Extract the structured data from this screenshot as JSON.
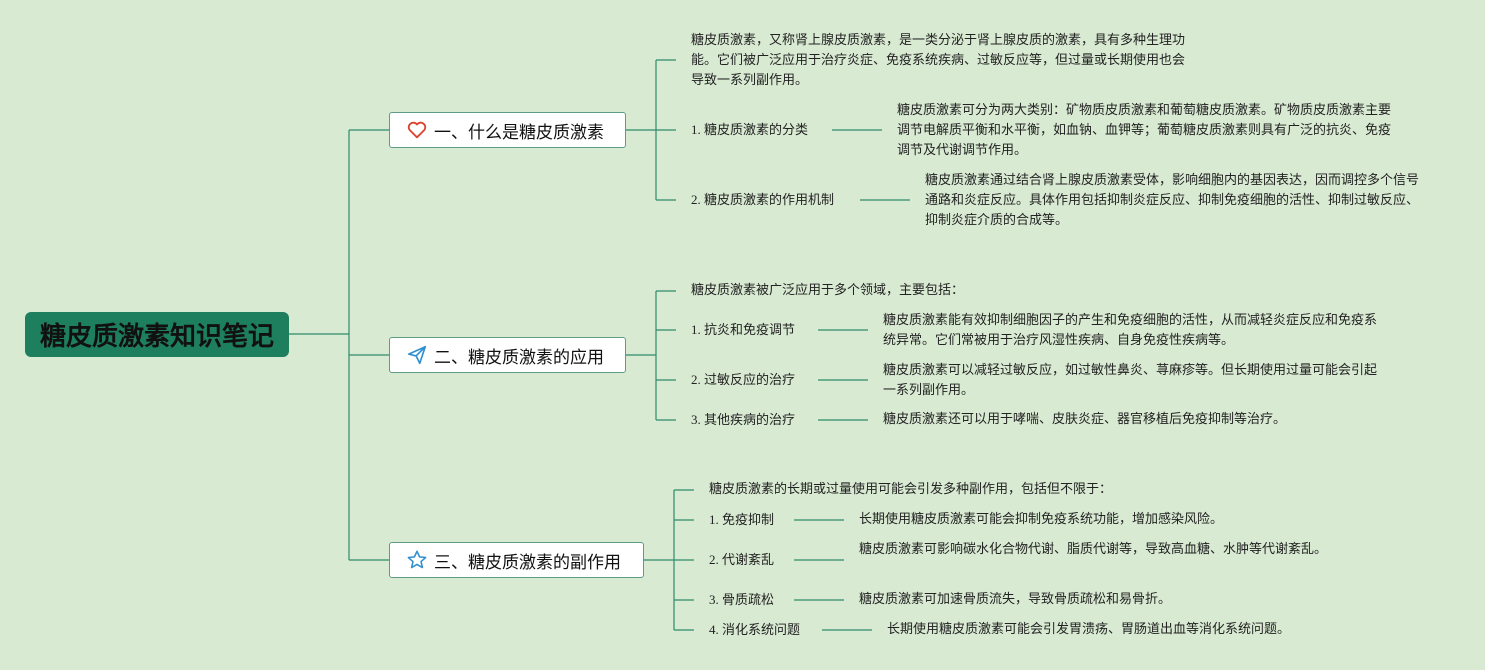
{
  "root": {
    "title": "糖皮质激素知识笔记"
  },
  "branches": [
    {
      "label": "一、什么是糖皮质激素",
      "icon": "heart-icon",
      "intro": "糖皮质激素，又称肾上腺皮质激素，是一类分泌于肾上腺皮质的激素，具有多种生理功能。它们被广泛应用于治疗炎症、免疫系统疾病、过敏反应等，但过量或长期使用也会导致一系列副作用。",
      "items": [
        {
          "label": "1. 糖皮质激素的分类",
          "detail": "糖皮质激素可分为两大类别：矿物质皮质激素和葡萄糖皮质激素。矿物质皮质激素主要调节电解质平衡和水平衡，如血钠、血钾等；葡萄糖皮质激素则具有广泛的抗炎、免疫调节及代谢调节作用。"
        },
        {
          "label": "2. 糖皮质激素的作用机制",
          "detail": "糖皮质激素通过结合肾上腺皮质激素受体，影响细胞内的基因表达，因而调控多个信号通路和炎症反应。具体作用包括抑制炎症反应、抑制免疫细胞的活性、抑制过敏反应、抑制炎症介质的合成等。"
        }
      ]
    },
    {
      "label": "二、糖皮质激素的应用",
      "icon": "paper-plane-icon",
      "intro": "糖皮质激素被广泛应用于多个领域，主要包括：",
      "items": [
        {
          "label": "1. 抗炎和免疫调节",
          "detail": "糖皮质激素能有效抑制细胞因子的产生和免疫细胞的活性，从而减轻炎症反应和免疫系统异常。它们常被用于治疗风湿性疾病、自身免疫性疾病等。"
        },
        {
          "label": "2. 过敏反应的治疗",
          "detail": "糖皮质激素可以减轻过敏反应，如过敏性鼻炎、荨麻疹等。但长期使用过量可能会引起一系列副作用。"
        },
        {
          "label": "3. 其他疾病的治疗",
          "detail": "糖皮质激素还可以用于哮喘、皮肤炎症、器官移植后免疫抑制等治疗。"
        }
      ]
    },
    {
      "label": "三、糖皮质激素的副作用",
      "icon": "star-icon",
      "intro": "糖皮质激素的长期或过量使用可能会引发多种副作用，包括但不限于：",
      "items": [
        {
          "label": "1. 免疫抑制",
          "detail": "长期使用糖皮质激素可能会抑制免疫系统功能，增加感染风险。"
        },
        {
          "label": "2. 代谢紊乱",
          "detail": "糖皮质激素可影响碳水化合物代谢、脂质代谢等，导致高血糖、水肿等代谢紊乱。"
        },
        {
          "label": "3. 骨质疏松",
          "detail": "糖皮质激素可加速骨质流失，导致骨质疏松和易骨折。"
        },
        {
          "label": "4. 消化系统问题",
          "detail": "长期使用糖皮质激素可能会引发胃溃疡、胃肠道出血等消化系统问题。"
        }
      ]
    }
  ],
  "colors": {
    "background": "#d9ead3",
    "root_fill": "#1e7f5f",
    "connector": "#2e8b6a",
    "heart_icon": "#d9432f",
    "plane_icon": "#2f8fd0",
    "star_icon": "#2f8fd0"
  }
}
